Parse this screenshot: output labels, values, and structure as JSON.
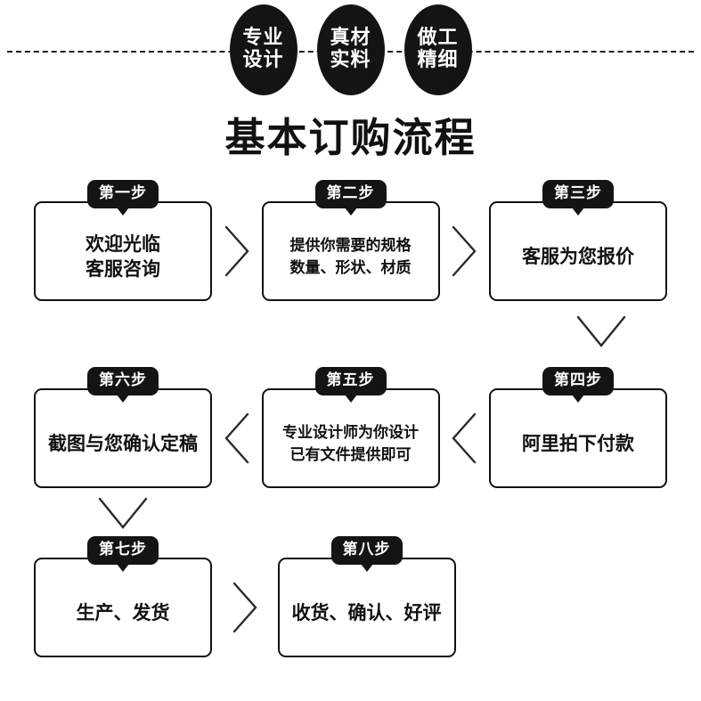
{
  "banner": {
    "badges": [
      {
        "line1": "专业",
        "line2": "设计"
      },
      {
        "line1": "真材",
        "line2": "实料"
      },
      {
        "line1": "做工",
        "line2": "精细"
      }
    ]
  },
  "title": "基本订购流程",
  "colors": {
    "ink": "#141414",
    "background": "#ffffff",
    "badge_text": "#ffffff"
  },
  "flow": {
    "rows": [
      {
        "direction": "left-to-right",
        "steps": [
          {
            "badge": "第一步",
            "lines": [
              "欢迎光临",
              "客服咨询"
            ],
            "size": "large"
          },
          {
            "badge": "第二步",
            "lines": [
              "提供你需要的规格",
              "数量、形状、材质"
            ],
            "size": "small"
          },
          {
            "badge": "第三步",
            "lines": [
              "客服为您报价"
            ],
            "size": "large"
          }
        ]
      },
      {
        "direction": "right-to-left",
        "steps": [
          {
            "badge": "第六步",
            "lines": [
              "截图与您确认定稿"
            ],
            "size": "large"
          },
          {
            "badge": "第五步",
            "lines": [
              "专业设计师为你设计",
              "已有文件提供即可"
            ],
            "size": "small"
          },
          {
            "badge": "第四步",
            "lines": [
              "阿里拍下付款"
            ],
            "size": "large"
          }
        ]
      },
      {
        "direction": "left-to-right",
        "steps": [
          {
            "badge": "第七步",
            "lines": [
              "生产、发货"
            ],
            "size": "large"
          },
          {
            "badge": "第八步",
            "lines": [
              "收货、确认、好评"
            ],
            "size": "large"
          }
        ]
      }
    ]
  }
}
